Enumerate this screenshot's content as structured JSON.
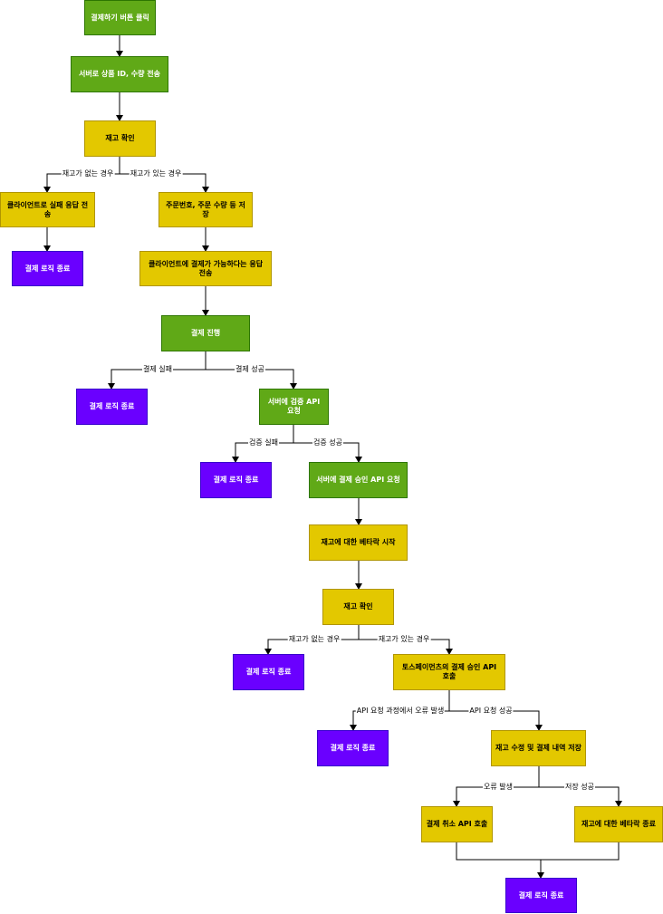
{
  "diagram": {
    "colors": {
      "green": "#60a917",
      "yellow": "#e3c800",
      "purple": "#6a00ff",
      "line": "#000000"
    },
    "nodes": {
      "n1": {
        "label": "결제하기 버튼 클릭",
        "color": "green"
      },
      "n2": {
        "label": "서버로 상품 ID, 수량 전송",
        "color": "green"
      },
      "n3": {
        "label": "재고 확인",
        "color": "yellow"
      },
      "n4": {
        "label": "클라이언트로 실패 응답 전송",
        "color": "yellow"
      },
      "n5": {
        "label": "주문번호, 주문 수량 등 저장",
        "color": "yellow"
      },
      "n6": {
        "label": "결제 로직 종료",
        "color": "purple"
      },
      "n7": {
        "label": "클라이언트에 결제가 가능하다는 응답 전송",
        "color": "yellow"
      },
      "n8": {
        "label": "결제 진행",
        "color": "green"
      },
      "n9": {
        "label": "결제 로직 종료",
        "color": "purple"
      },
      "n10": {
        "label": "서버에 검증 API 요청",
        "color": "green"
      },
      "n11": {
        "label": "결제 로직 종료",
        "color": "purple"
      },
      "n12": {
        "label": "서버에 결제 승인 API 요청",
        "color": "green"
      },
      "n13": {
        "label": "재고에 대한 베타락 시작",
        "color": "yellow"
      },
      "n14": {
        "label": "재고 확인",
        "color": "yellow"
      },
      "n15": {
        "label": "결제 로직 종료",
        "color": "purple"
      },
      "n16": {
        "label": "토스페이먼츠의 결제 승인 API 호출",
        "color": "yellow"
      },
      "n17": {
        "label": "결제 로직 종료",
        "color": "purple"
      },
      "n18": {
        "label": "재고 수정 및 결제 내역 저장",
        "color": "yellow"
      },
      "n19": {
        "label": "결제 취소 API 호출",
        "color": "yellow"
      },
      "n20": {
        "label": "재고에 대한 베타락 종료",
        "color": "yellow"
      },
      "n21": {
        "label": "결제 로직 종료",
        "color": "purple"
      }
    },
    "edge_labels": {
      "e3_4": "재고가 없는 경우",
      "e3_5": "재고가 있는 경우",
      "e8_9": "결제 실패",
      "e8_10": "결제 성공",
      "e10_11": "검증 실패",
      "e10_12": "검증 성공",
      "e14_15": "재고가 없는 경우",
      "e14_16": "재고가 있는 경우",
      "e16_17": "API 요청 과정에서 오류 발생",
      "e16_18": "API 요청 성공",
      "e18_19": "오류 발생",
      "e18_20": "저장 성공"
    }
  }
}
